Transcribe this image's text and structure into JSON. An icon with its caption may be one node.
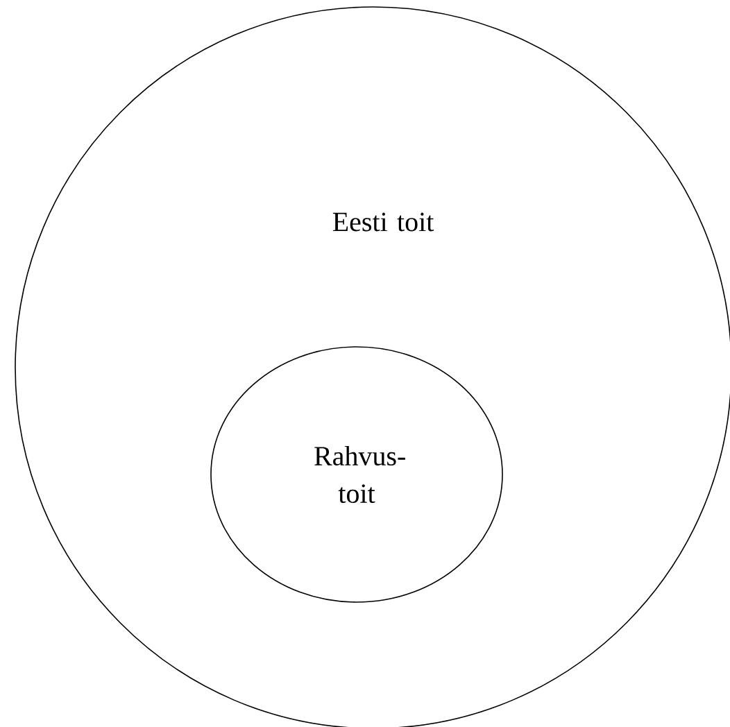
{
  "diagram": {
    "nodes": [
      {
        "text": [
          "Eesti toit"
        ]
      },
      {
        "text": [
          "Rahvus- toit"
        ],
        "in": 0
      }
    ]
  }
}
